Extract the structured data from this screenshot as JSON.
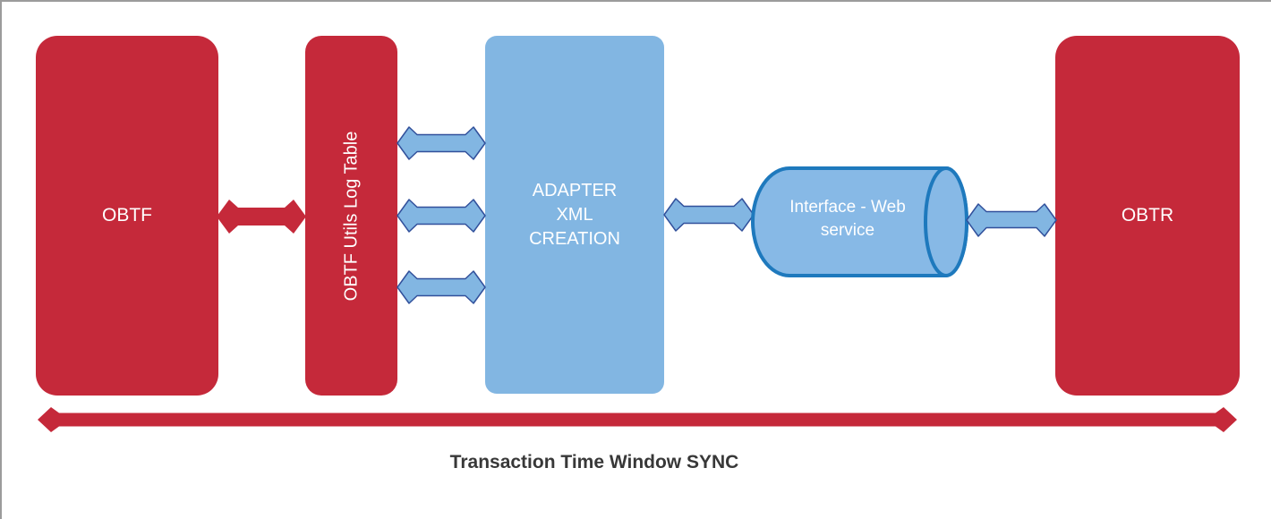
{
  "diagram": {
    "nodes": {
      "obtf": {
        "label": "OBTF",
        "shape": "rounded-rectangle",
        "fill": "#c5293a"
      },
      "log_table": {
        "label": "OBTF Utils Log Table",
        "shape": "rounded-rectangle",
        "fill": "#c5293a",
        "text_orientation": "vertical-bottom-to-top"
      },
      "adapter": {
        "lines": [
          "ADAPTER",
          "XML",
          "CREATION"
        ],
        "shape": "rounded-rectangle",
        "fill": "#82b6e2"
      },
      "web_service": {
        "label": "Interface - Web service",
        "shape": "horizontal-cylinder",
        "fill": "#87b9e6",
        "border": "#1e79bd"
      },
      "obtr": {
        "label": "OBTR",
        "shape": "rounded-rectangle",
        "fill": "#c5293a"
      }
    },
    "connections": [
      {
        "from": "obtf",
        "to": "log_table",
        "style": "double-headed-arrow",
        "color": "#c5293a",
        "count": 1
      },
      {
        "from": "log_table",
        "to": "adapter",
        "style": "double-headed-arrow",
        "color": "#82b6e2",
        "count": 3
      },
      {
        "from": "adapter",
        "to": "web_service",
        "style": "double-headed-arrow",
        "color": "#82b6e2",
        "count": 1
      },
      {
        "from": "web_service",
        "to": "obtr",
        "style": "double-headed-arrow",
        "color": "#82b6e2",
        "count": 1
      }
    ],
    "timeline": {
      "caption": "Transaction Time Window SYNC",
      "style": "full-width-double-headed-arrow",
      "color": "#c5293a"
    },
    "colors": {
      "red": "#c5293a",
      "blue": "#82b6e2",
      "blue_arrow_outline": "#31509b",
      "cylinder_fill": "#87b9e6",
      "cylinder_border": "#1e79bd",
      "node_text": "#ffffff",
      "caption_text": "#383838",
      "frame_border": "#9b9b9b"
    }
  }
}
